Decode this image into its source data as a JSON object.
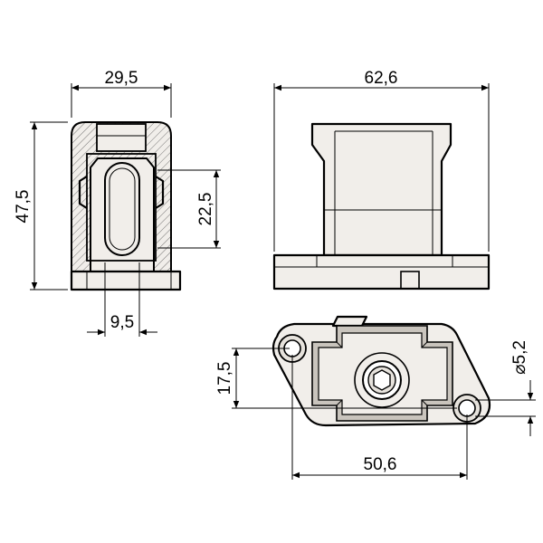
{
  "dimensions": {
    "section_width": "29,5",
    "section_height": "47,5",
    "inner_height": "22,5",
    "inner_width": "9,5",
    "front_width": "62,6",
    "hole_spacing_vertical": "17,5",
    "hole_diameter": "⌀5,2",
    "hole_spacing_horizontal": "50,6"
  },
  "colors": {
    "line": "#000000",
    "part_fill": "#f1eeea",
    "shadow_fill": "#c9c4bd",
    "background": "#ffffff"
  }
}
